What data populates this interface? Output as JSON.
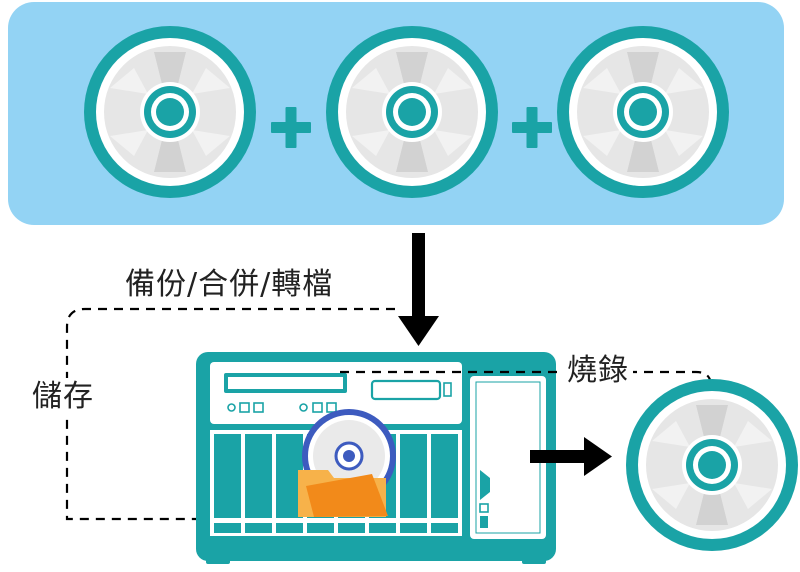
{
  "labels": {
    "backup_merge_convert": "備份/合併/轉檔",
    "store": "儲存",
    "burn": "燒錄"
  },
  "icons": {
    "disc": "disc-icon",
    "plus": "plus-icon",
    "nas": "nas-device-icon",
    "folder": "folder-icon",
    "arrow": "arrow-icon"
  },
  "colors": {
    "panel": "#93d3f4",
    "teal": "#1aa3a6",
    "disc_gray": "#e6e6e6",
    "folder": "#f39a2c",
    "blue_ring": "#3d5bbf"
  }
}
